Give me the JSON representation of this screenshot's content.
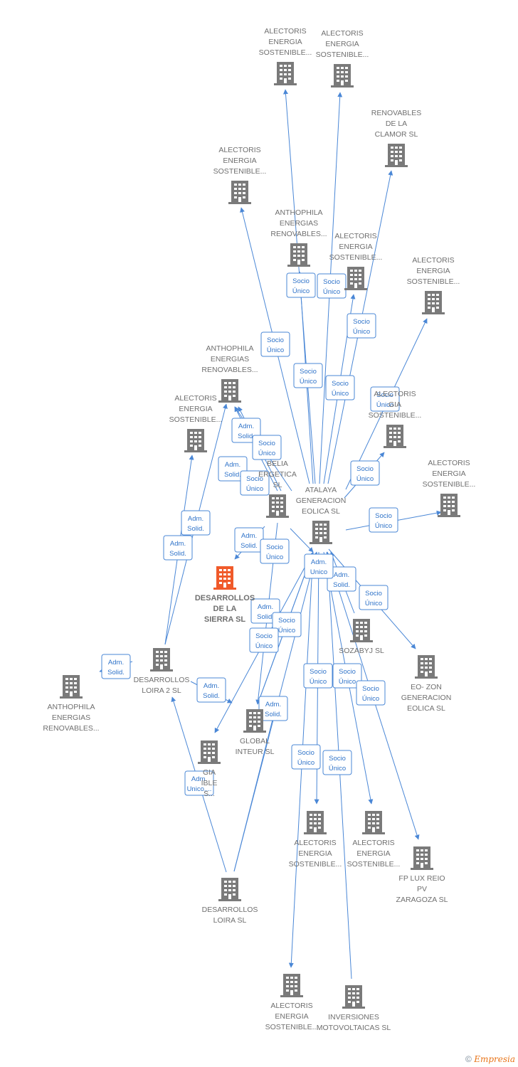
{
  "colors": {
    "edge": "#4a87d6",
    "node": "#7a7a7a",
    "focus": "#f05a2a",
    "label": "#6f6f6f"
  },
  "nodes": [
    {
      "id": "atalaya",
      "lines": [
        "ATALAYA",
        "GENERACION",
        "EOLICA  SL"
      ]
    },
    {
      "id": "desarrollos_sierra",
      "lines": [
        "DESARROLLOS",
        "DE LA",
        "SIERRA  SL"
      ],
      "focus": true
    },
    {
      "id": "alec_top1",
      "lines": [
        "ALECTORIS",
        "ENERGIA",
        "SOSTENIBLE..."
      ]
    },
    {
      "id": "alec_top2",
      "lines": [
        "ALECTORIS",
        "ENERGIA",
        "SOSTENIBLE..."
      ]
    },
    {
      "id": "renov_clamor",
      "lines": [
        "RENOVABLES",
        "DE LA",
        "CLAMOR  SL"
      ]
    },
    {
      "id": "alec_left",
      "lines": [
        "ALECTORIS",
        "ENERGIA",
        "SOSTENIBLE..."
      ]
    },
    {
      "id": "anthophila_top",
      "lines": [
        "ANTHOPHILA",
        "ENERGIAS",
        "RENOVABLES..."
      ]
    },
    {
      "id": "alec_mid",
      "lines": [
        "ALECTORIS",
        "ENERGIA",
        "SOSTENIBLE..."
      ]
    },
    {
      "id": "alec_right1",
      "lines": [
        "ALECTORIS",
        "ENERGIA",
        "SOSTENIBLE..."
      ]
    },
    {
      "id": "anthophila_mid",
      "lines": [
        "ANTHOPHILA",
        "ENERGIAS",
        "RENOVABLES..."
      ]
    },
    {
      "id": "alec_left2",
      "lines": [
        "ALECTORIS",
        "ENERGIA",
        "SOSTENIBLE..."
      ]
    },
    {
      "id": "alec_right2",
      "lines": [
        "ALECTORIS",
        "GIA",
        "SOSTENIBLE..."
      ]
    },
    {
      "id": "belia",
      "lines": [
        "BELIA",
        "ERGETICA",
        "SL"
      ]
    },
    {
      "id": "alec_right3",
      "lines": [
        "ALECTORIS",
        "ENERGIA",
        "SOSTENIBLE..."
      ]
    },
    {
      "id": "sozabyj",
      "lines": [
        "SOZABYJ SL"
      ]
    },
    {
      "id": "eozon",
      "lines": [
        "EO- ZON",
        "GENERACION",
        "EOLICA  SL"
      ]
    },
    {
      "id": "anthophila_low",
      "lines": [
        "ANTHOPHILA",
        "ENERGIAS",
        "RENOVABLES..."
      ]
    },
    {
      "id": "desarrollos_loira2",
      "lines": [
        "DESARROLLOS",
        "LOIRA 2  SL"
      ]
    },
    {
      "id": "global_inteur",
      "lines": [
        "GLOBAL",
        "INTEUR  SL"
      ]
    },
    {
      "id": "alec_lowleft",
      "lines": [
        "GIA",
        "IBLE",
        "S..."
      ]
    },
    {
      "id": "alec_bot1",
      "lines": [
        "ALECTORIS",
        "ENERGIA",
        "SOSTENIBLE..."
      ]
    },
    {
      "id": "alec_bot2",
      "lines": [
        "ALECTORIS",
        "ENERGIA",
        "SOSTENIBLE..."
      ]
    },
    {
      "id": "fplux",
      "lines": [
        "FP LUX REIO",
        "PV",
        "ZARAGOZA  SL"
      ]
    },
    {
      "id": "desarrollos_loira",
      "lines": [
        "DESARROLLOS",
        "LOIRA SL"
      ]
    },
    {
      "id": "alec_bottom",
      "lines": [
        "ALECTORIS",
        "ENERGIA",
        "SOSTENIBLE..."
      ]
    },
    {
      "id": "inversiones",
      "lines": [
        "INVERSIONES",
        "MOTOVOLTAICAS SL"
      ]
    }
  ],
  "edges": [
    {
      "from": "atalaya",
      "to": "alec_top1",
      "label": [
        "Socio",
        "Único"
      ]
    },
    {
      "from": "atalaya",
      "to": "alec_top2",
      "label": [
        "Socio",
        "Único"
      ]
    },
    {
      "from": "atalaya",
      "to": "renov_clamor",
      "label": [
        "Socio",
        "Único"
      ]
    },
    {
      "from": "atalaya",
      "to": "alec_left",
      "label": [
        "Socio",
        "Único"
      ]
    },
    {
      "from": "atalaya",
      "to": "anthophila_top",
      "label": [
        "Socio",
        "Único"
      ]
    },
    {
      "from": "atalaya",
      "to": "alec_mid",
      "label": [
        "Socio",
        "Único"
      ]
    },
    {
      "from": "atalaya",
      "to": "alec_right1",
      "label": [
        "Socio",
        "Único"
      ]
    },
    {
      "from": "atalaya",
      "to": "alec_right2",
      "label": [
        "Socio",
        "Único"
      ]
    },
    {
      "from": "atalaya",
      "to": "alec_right3",
      "label": [
        "Socio",
        "Único"
      ]
    },
    {
      "from": "atalaya",
      "to": "eozon",
      "label": [
        "Socio",
        "Único"
      ]
    },
    {
      "from": "atalaya",
      "to": "alec_bot1",
      "label": [
        "Socio",
        "Único"
      ]
    },
    {
      "from": "atalaya",
      "to": "alec_bot2",
      "label": [
        "Socio",
        "Único"
      ]
    },
    {
      "from": "atalaya",
      "to": "fplux",
      "label": [
        "Socio",
        "Único"
      ]
    },
    {
      "from": "atalaya",
      "to": "alec_bottom",
      "label": [
        "Socio",
        "Único"
      ]
    },
    {
      "from": "inversiones",
      "to": "atalaya",
      "label": [
        "Socio",
        "Único"
      ]
    },
    {
      "from": "sozabyj",
      "to": "atalaya",
      "label": [
        "Adm.",
        "Solid."
      ]
    },
    {
      "from": "desarrollos_loira",
      "to": "atalaya",
      "label": [
        "Adm.",
        "Unico"
      ]
    },
    {
      "from": "belia",
      "to": "anthophila_mid",
      "label": [
        "Adm.",
        "Solid."
      ]
    },
    {
      "from": "belia",
      "to": "anthophila_mid",
      "label": [
        "Socio",
        "Único"
      ]
    },
    {
      "from": "belia",
      "to": "desarrollos_sierra",
      "label": [
        "Adm.",
        "Solid."
      ]
    },
    {
      "from": "belia",
      "to": "atalaya",
      "label": [
        "Socio",
        "Único"
      ]
    },
    {
      "from": "desarrollos_loira2",
      "to": "anthophila_mid",
      "label": [
        "Adm.",
        "Solid."
      ]
    },
    {
      "from": "desarrollos_loira2",
      "to": "alec_left2",
      "label": [
        "Adm.",
        "Solid."
      ]
    },
    {
      "from": "desarrollos_loira2",
      "to": "anthophila_low",
      "label": [
        "Adm.",
        "Solid."
      ]
    },
    {
      "from": "desarrollos_loira2",
      "to": "global_inteur",
      "label": [
        "Adm.",
        "Solid."
      ]
    },
    {
      "from": "desarrollos_loira",
      "to": "desarrollos_loira2",
      "label": [
        "Adm.",
        "Unico,..."
      ]
    },
    {
      "from": "desarrollos_loira",
      "to": "global_inteur",
      "label": [
        "Adm.",
        "Solid."
      ]
    },
    {
      "from": "global_inteur",
      "to": "atalaya",
      "label": [
        "Adm.",
        "Solid."
      ]
    },
    {
      "from": "global_inteur",
      "to": "atalaya",
      "label": [
        "Socio",
        "Único"
      ]
    },
    {
      "from": "atalaya",
      "to": "alec_lowleft",
      "label": [
        "Socio",
        "Único"
      ]
    },
    {
      "from": "belia",
      "to": "anthophila_mid",
      "label": [
        "Adm.",
        "Solid."
      ]
    },
    {
      "from": "belia",
      "to": "global_inteur",
      "label": [
        "Socio",
        "Único"
      ]
    }
  ],
  "footer": {
    "copyright": "©",
    "brand": "Empresia"
  }
}
